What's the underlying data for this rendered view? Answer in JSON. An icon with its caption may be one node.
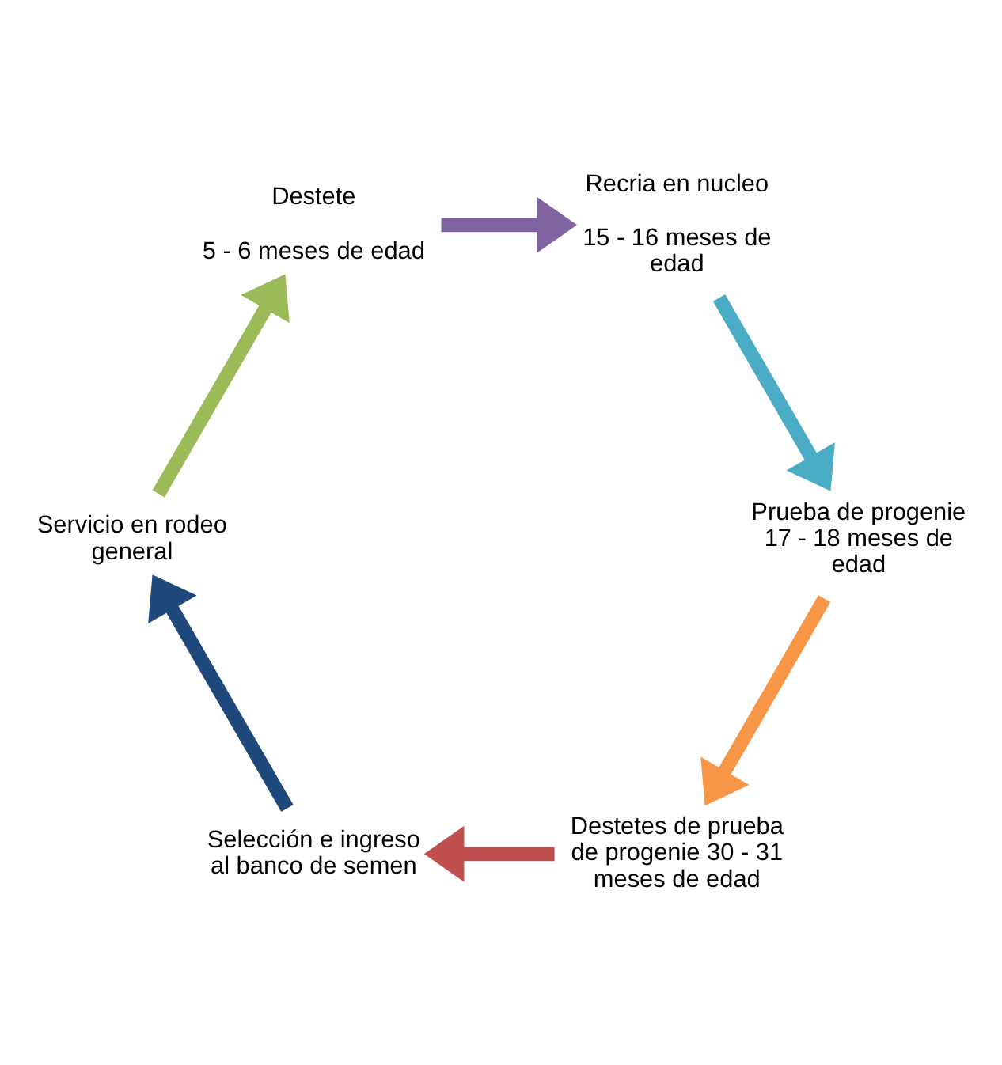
{
  "diagram": {
    "nodes": [
      {
        "text": [
          "Selección e ingreso al banco de semen"
        ]
      },
      {
        "text": [
          "Servicio en rodeo general"
        ]
      },
      {
        "text": [
          "Destete",
          "5 - 6 meses de edad"
        ]
      },
      {
        "text": [
          "Recria en nucleo",
          "15 - 16 meses de edad"
        ]
      },
      {
        "text": [
          "Prueba de progenie 17 - 18 meses de edad"
        ]
      },
      {
        "text": [
          "Destetes de prueba de progenie 30 - 31 meses de edad"
        ]
      }
    ],
    "edges": [
      {
        "from": 0,
        "to": 1,
        "arrow": "to",
        "color": "#1f497d"
      },
      {
        "from": 1,
        "to": 2,
        "arrow": "to",
        "color": "#9bbb59"
      },
      {
        "from": 2,
        "to": 3,
        "arrow": "to",
        "color": "#8064a2"
      },
      {
        "from": 3,
        "to": 4,
        "arrow": "to",
        "color": "#4bacc6"
      },
      {
        "from": 4,
        "to": 5,
        "arrow": "to",
        "color": "#f79646"
      },
      {
        "from": 5,
        "to": 0,
        "arrow": "to",
        "color": "#c0504d"
      }
    ]
  }
}
